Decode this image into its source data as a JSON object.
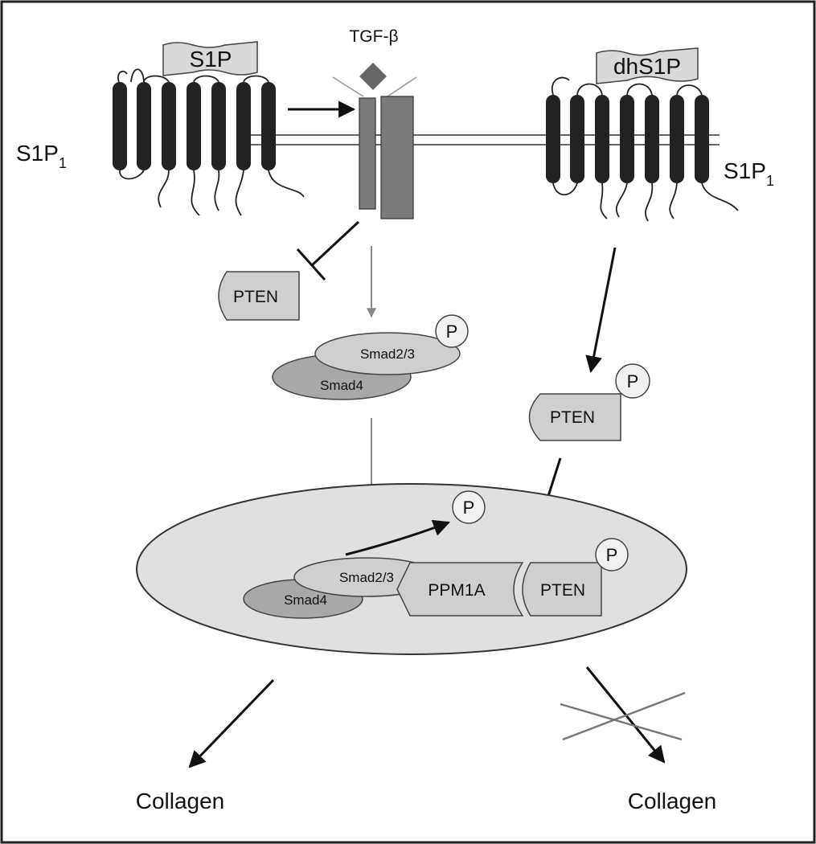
{
  "labels": {
    "tgf_beta": "TGF-β",
    "s1p_ligand": "S1P",
    "dhs1p_ligand": "dhS1P",
    "receptor_left_main": "S1P",
    "receptor_left_sub": "1",
    "receptor_right_main": "S1P",
    "receptor_right_sub": "1",
    "pten_inhibited": "PTEN",
    "pten_phospho_cyto": "PTEN",
    "pten_nucleus": "PTEN",
    "smad23_cyto": "Smad2/3",
    "smad4_cyto": "Smad4",
    "smad23_nucleus": "Smad2/3",
    "smad4_nucleus": "Smad4",
    "ppm1a": "PPM1A",
    "phospho_p": "P",
    "collagen_left": "Collagen",
    "collagen_right": "Collagen"
  },
  "colors": {
    "background": "#ffffff",
    "border": "#222222",
    "receptor_helix": "#222222",
    "membrane": "#666666",
    "tgf_receptor": "#7a7a7a",
    "ligand_fill": "#d9d9d9",
    "protein_fill": "#cfcfcf",
    "smad4_fill": "#a8a8a8",
    "nucleus_fill": "#e0e0e0"
  }
}
